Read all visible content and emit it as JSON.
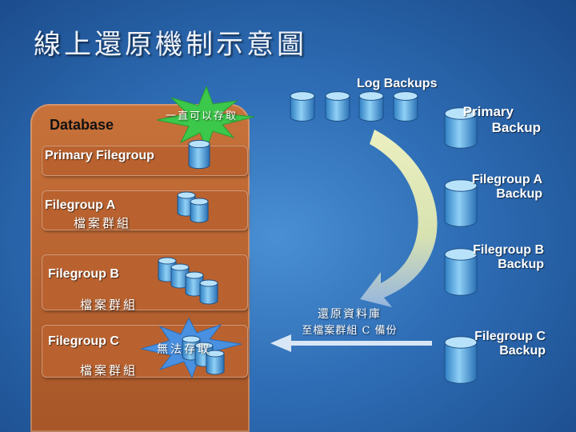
{
  "title": "線上還原機制示意圖",
  "log_backups_label": "Log Backups",
  "database_label": "Database",
  "burst_top_text": "一直可以存取",
  "primary_filegroup_label": "Primary Filegroup",
  "filegroup_a_label": "Filegroup A",
  "filegroup_a_sub": "檔案群組",
  "filegroup_b_label": "Filegroup B",
  "filegroup_b_sub": "檔案群組",
  "filegroup_c_label": "Filegroup C",
  "filegroup_c_sub": "檔案群組",
  "burst_bottom_text": "無法存取",
  "restore_line1": "還原資料庫",
  "restore_line2": "至檔案群組 C 備份",
  "primary_backup": [
    "Primary",
    "Backup"
  ],
  "filegroup_a_backup": [
    "Filegroup A",
    "Backup"
  ],
  "filegroup_b_backup": [
    "Filegroup B",
    "Backup"
  ],
  "filegroup_c_backup": [
    "Filegroup C",
    "Backup"
  ],
  "colors": {
    "background": "#2e6db5",
    "database_panel": "#b5612f",
    "burst": "#3cc84a",
    "burst_bottom": "#4a90e0",
    "disk": "#7fc0ea",
    "curve_arrow": "#f2f2b0"
  }
}
